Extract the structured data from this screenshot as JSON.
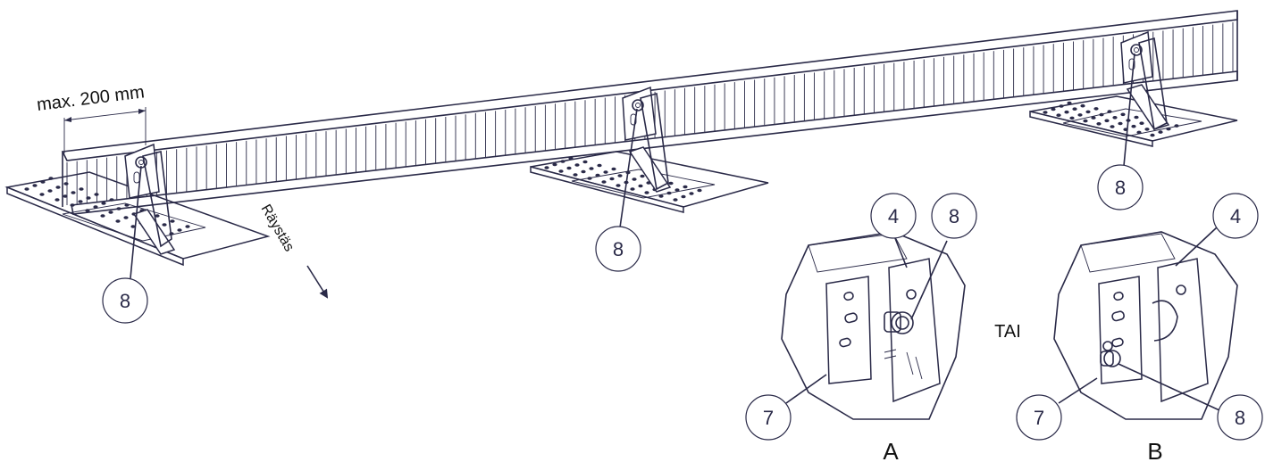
{
  "dimension_label": "max. 200 mm",
  "direction_label": "Räystäs",
  "alternative_label": "TAI",
  "detail_labels": [
    "A",
    "B"
  ],
  "callouts": {
    "bracket_left": "8",
    "bracket_middle": "8",
    "bracket_right": "8",
    "detail_a_top_left": "4",
    "detail_a_top_right": "8",
    "detail_a_bottom_left": "7",
    "detail_b_top": "4",
    "detail_b_bottom_left": "7",
    "detail_b_bottom_right": "8"
  },
  "colors": {
    "ink": "#2a2a48",
    "background": "#ffffff"
  }
}
